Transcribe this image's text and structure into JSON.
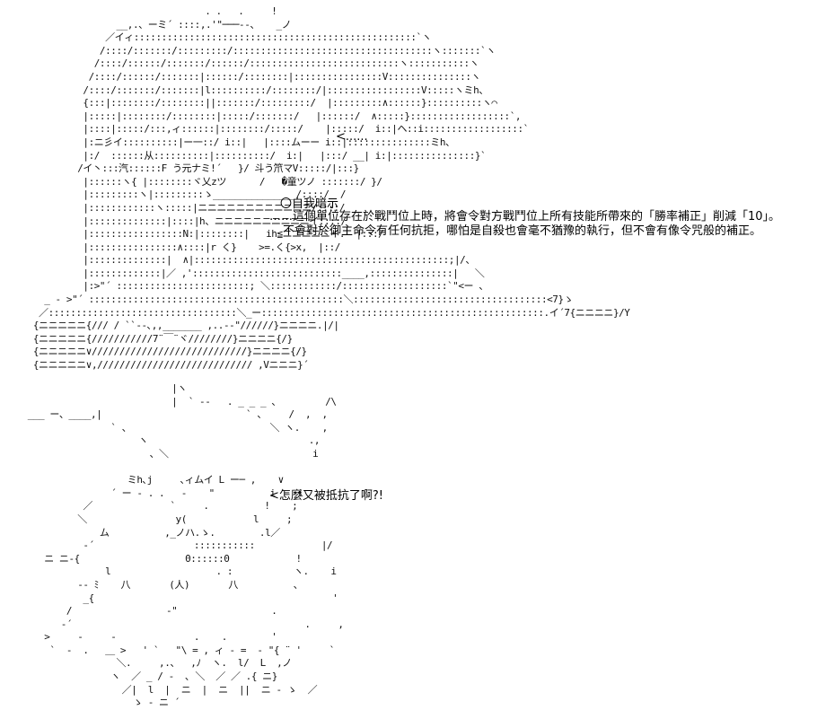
{
  "top_art": "                                    . .   .     !\n                    __,.、ーミ´ ::::,.'\"───‐-、   _ノ\n                  ／イィ:::::::::::::::::::::::::::::::::::::::::::::::::::`ヽ\n                 /::::/:::::::/:::::::::/::::::::::::::::::::::::::::::::::::ヽ:::::::`ヽ\n                /::::/::::::/:::::::/::::::/:::::::::::::::::::::::::::ヽ:::::::::::ヽ\n               /::::/::::::/:::::::|::::::/::::::::|::::::::::::::::V:::::::::::::::ヽ\n              /::::/:::::::/:::::::|l::::::::::/::::::::/|:::::::::::::::::V:::::ヽミh、\n              {:::|::::::::/::::::::||:::::::/:::::::::/  |:::::::::∧::::::}::::::::::ヽ⌒\n              |:::::|::::::::/::::::::|:::::/:::::::/   |::::::/  ∧:::::}::::::::::::::::::`,\n              |::::|:::::/:::,ィ::::::|::::::::/:::::/    |:::::/  i::|ヘ::i::::::::::::::::::`\n              |:ニ彡イ::::::::::|ー一::/ i::|   |::::ムーー i::|:::::::::::::::ミh、\n              |:/  ::::::从::::::::::|::::::::::/  i:|   |:::/ __| i:|:::::::::::::::}`\n             /イ丶:::汽::::::F う元ナミ!´   }/ 斗う笊マV:::::/|:::}\n              |::::::ヽ{ |::::::::ヾ乂zツ      /   �童ツノ :::::::/ }/\n              |:::::::::ヽ|:::::::::ゝ_______________/::::/  /\n              |::::::::::::ヽ:::::|ニニニニニニニニニニニニ/::::/\n              |::::::::::::::|::::|h、ニニニニニニニニニニイ::::/\n              |:::::::::::::::::N:|::::::::|   ih≦ニニニニニイ.  |:::/\n              |::::::::::::::::∧::::|r く}    >=.く{>x,  |::/\n              |::::::::::::::|  ∧|::::::::::::::::::::::::::::::::::::::::::::::;|/、\n              |:::::::::::::|／ ,':::::::::::::::::::::::::::____,:::::::::::::::|   ＼\n              |:>\"´ ::::::::::::::::::::::::; ＼::::::::::::/:::::::::::::::::::`\"<ー 、\n       _ - >\"´ ::::::::::::::::::::::::::::::::::::::::::::::＼:::::::::::::::::::::::::::::::::::<7}ゝ\n      ／::::::::::::::::::::::::::::::::::＼_ー:::::::::::::::::::::::::::::::::::::::::::::::::::.イ´7{ニニニニ}/Y\n     {ニニニニニ{/// / ``--､,,_______ ,..-‐\"//////}ニニニニ.|/|\n     {ニニニニニ{///////////7¨￣¨ヾ////////}ニニニニ{/}\n     {ニニニニニ∨////////////////////////////}ニニニニ{/}\n     {ニニニニニ∨,//////////////////////////// ,Vニニニ}´",
  "bottom_art": "                              |ヽ\n                              |  ` ‐‐   . _ _ _ 、        /\\\n    ___ ー、____,|                          ` 、    /  ,  ,\n                   ` 、                         ＼ ヽ.    ,\n                        ヽ                             .,\n                          、＼                          i\n                                                        \n                      ミh､j     ､ィムイ L ー─ ,    ∨\n                   ´ ー ‐ . .   ‐    \"          i    i\n              ／              `     .          !    ;\n             ＼                y(            l     ;\n                 ム          ,_ノハ.ゝ.        .l／\n              -´                  :::::::::::            |/\n       ニ ニ-{                   0::::::0            !\n                  l                   . :           ヽ.    i\n             -- ﾐ    八       (人)       八          、\n              _{                                           '\n           /                 ‐\"                 .\n          ‐´                                          .     ,\n       >     -     -              .    .        '\n        `  ‐  .   ＿ >   ' `   \"\\ = , ィ ‐ =  ‐ \"{ ¨ '     `\n                    ＼.     ,.、  ,ﾉ  ヽ.  l/  L  ,ノ\n                   ヽ  ／ _ / ‐  ､ ＼  ／ ／ .{ ニ}\n                     ／|  l  |  ニ  |  ニ  ||  ニ ‐ ゝ  ／\n                       ゝ ‐ ニ ´",
  "arrow1": "<......",
  "note_title": "〇自我暗示",
  "note_line1": "……這個單位存在於戰鬥位上時，將會令對方戰鬥位上所有技能所帶來的「勝率補正」削減「10」。",
  "note_line2": "不會對於御主命令有任何抗拒，哪怕是自殺也會毫不猶豫的執行，但不會有像令咒般的補正。",
  "speech2": "<怎麼又被抵抗了啊?!"
}
